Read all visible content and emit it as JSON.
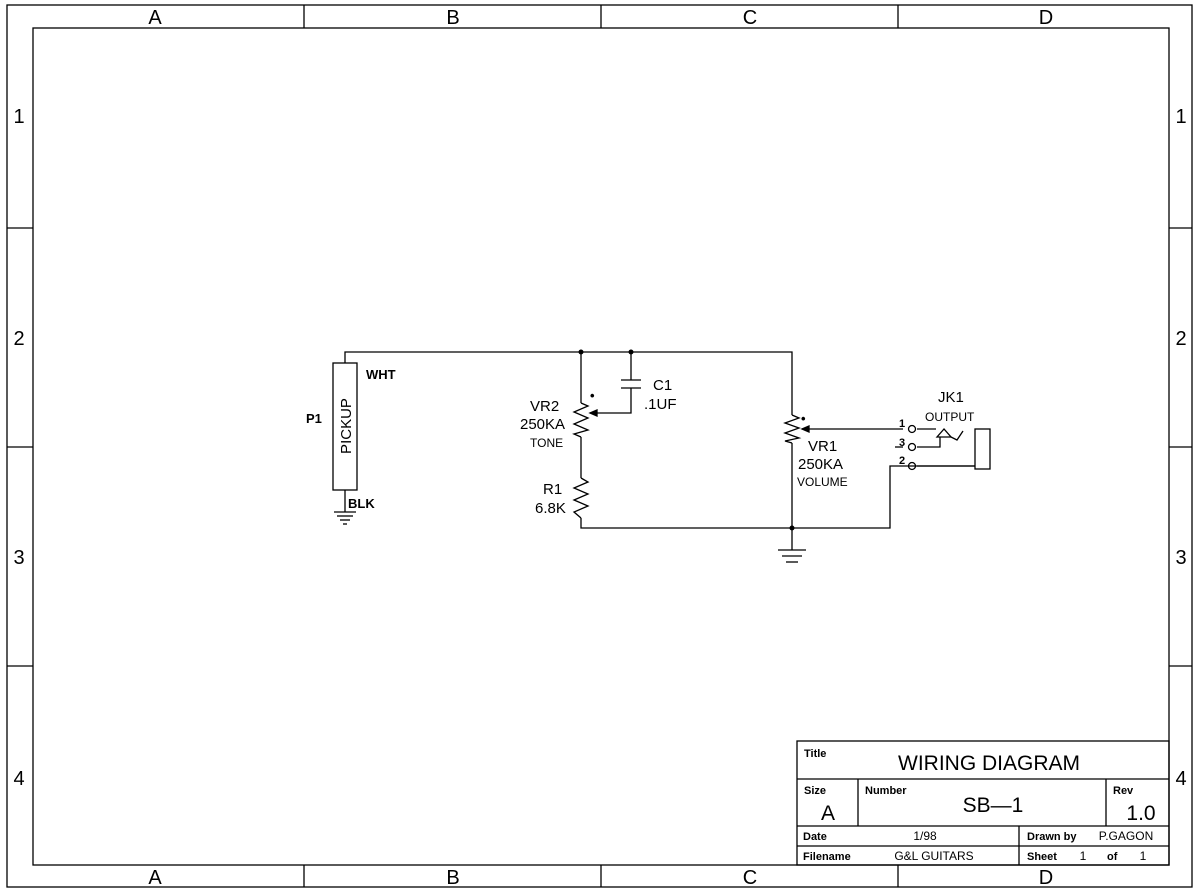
{
  "border": {
    "columns": [
      "A",
      "B",
      "C",
      "D"
    ],
    "rows": [
      "1",
      "2",
      "3",
      "4"
    ]
  },
  "schematic": {
    "pickup": {
      "ref": "P1",
      "name": "PICKUP",
      "wire_top": "WHT",
      "wire_bottom": "BLK"
    },
    "c1": {
      "ref": "C1",
      "value": ".1UF"
    },
    "vr2": {
      "ref": "VR2",
      "value": "250KA",
      "function": "TONE"
    },
    "r1": {
      "ref": "R1",
      "value": "6.8K"
    },
    "vr1": {
      "ref": "VR1",
      "value": "250KA",
      "function": "VOLUME"
    },
    "jk1": {
      "ref": "JK1",
      "function": "OUTPUT",
      "pins": [
        "1",
        "3",
        "2"
      ]
    },
    "pot_marker": "•"
  },
  "title_block": {
    "title_label": "Title",
    "title": "WIRING DIAGRAM",
    "size_label": "Size",
    "size": "A",
    "number_label": "Number",
    "number": "SB—1",
    "rev_label": "Rev",
    "rev": "1.0",
    "date_label": "Date",
    "date": "1/98",
    "drawn_label": "Drawn by",
    "drawn_by": "P.GAGON",
    "filename_label": "Filename",
    "filename": "G&L GUITARS",
    "sheet_label": "Sheet",
    "sheet": "1",
    "of_label": "of",
    "of": "1"
  }
}
